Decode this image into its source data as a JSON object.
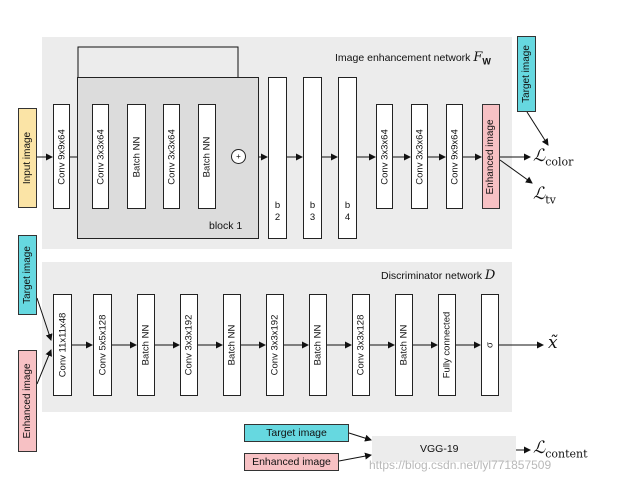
{
  "enhancement": {
    "title": "Image enhancement network",
    "title_symbol": "F",
    "title_symbol_sub": "W",
    "input": "Input image",
    "target": "Target image",
    "output": "Enhanced image",
    "layers": [
      "Conv 9x9x64",
      "Conv 3x3x64",
      "Batch NN",
      "Conv 3x3x64",
      "Batch NN",
      "Conv 3x3x64",
      "Conv 3x3x64",
      "Conv 9x9x64"
    ],
    "block_label": "block 1",
    "blocks": [
      {
        "b": "b",
        "n": "2"
      },
      {
        "b": "b",
        "n": "3"
      },
      {
        "b": "b",
        "n": "4"
      }
    ],
    "plus": "+",
    "loss_color": "color",
    "loss_tv": "tv",
    "loss_symbol": "ℒ"
  },
  "discriminator": {
    "title": "Discriminator network",
    "title_symbol": "D",
    "target": "Target image",
    "enhanced": "Enhanced image",
    "layers": [
      "Conv 11x11x48",
      "Conv 5x5x128",
      "Batch NN",
      "Conv 3x3x192",
      "Batch NN",
      "Conv 3x3x192",
      "Batch NN",
      "Conv 3x3x128",
      "Batch NN",
      "Fully connected",
      "σ"
    ],
    "output": "x̃"
  },
  "vgg": {
    "target": "Target image",
    "enhanced": "Enhanced image",
    "label": "VGG-19",
    "loss": "content",
    "loss_symbol": "ℒ"
  },
  "watermark": "https://blog.csdn.net/lyl771857509",
  "colors": {
    "panel": "#ececec",
    "input_tag": "#fbe4a6",
    "target_tag": "#66d8e0",
    "enhanced_tag": "#f7c1c4",
    "arrow": "#111111"
  }
}
